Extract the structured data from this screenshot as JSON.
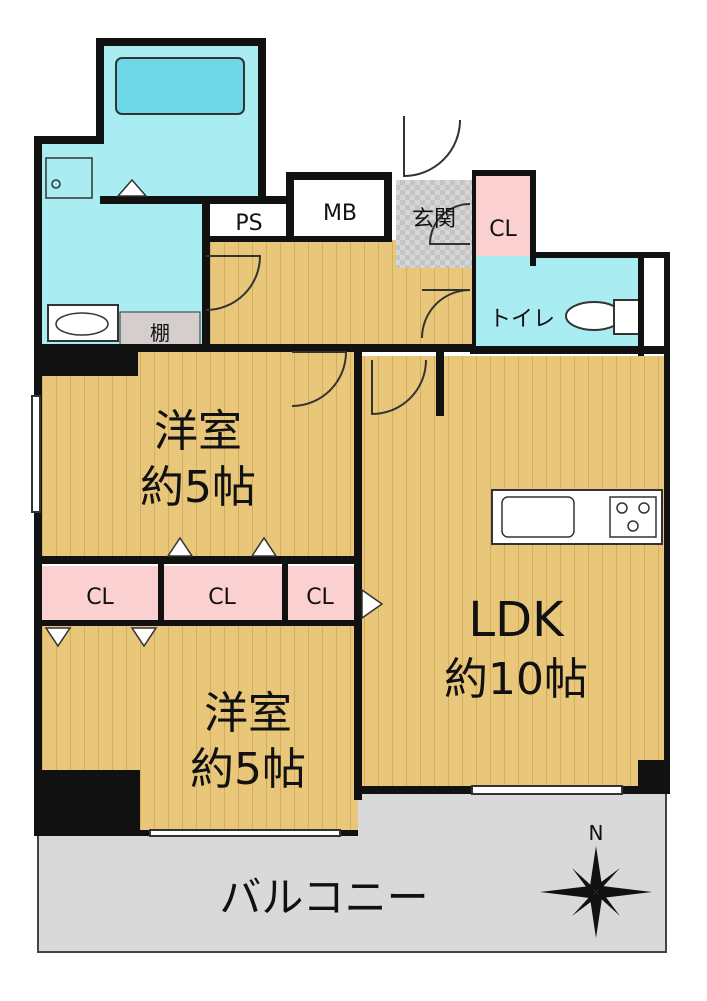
{
  "rooms": {
    "western_1": {
      "name": "洋室",
      "size": "約5帖"
    },
    "western_2": {
      "name": "洋室",
      "size": "約5帖"
    },
    "ldk": {
      "name": "LDK",
      "size": "約10帖"
    }
  },
  "labels": {
    "ps": "PS",
    "mb": "MB",
    "entrance": "玄関",
    "closet_entrance": "CL",
    "toilet": "トイレ",
    "shelf": "棚",
    "closet_a": "CL",
    "closet_b": "CL",
    "closet_c": "CL",
    "balcony": "バルコニー",
    "north": "N"
  },
  "colors": {
    "floor": "#e9c77a",
    "floor_stripe": "#d8b060",
    "wet_area": "#a9ecf2",
    "closet": "#fad0d0",
    "balcony": "#d9d9d9",
    "entrance_tile": "#d0d0d0",
    "wall": "#111111"
  }
}
